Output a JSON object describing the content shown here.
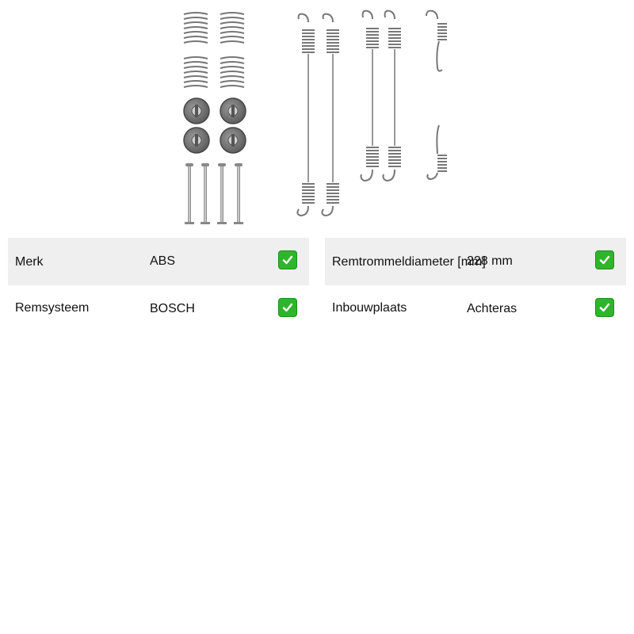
{
  "product": {
    "image_icon": "brake-shoe-accessory-kit-image"
  },
  "specs": {
    "left": [
      {
        "label": "Merk",
        "value": "ABS",
        "status_icon": "check-icon"
      },
      {
        "label": "Remsysteem",
        "value": "BOSCH",
        "status_icon": "check-icon"
      }
    ],
    "right": [
      {
        "label": "Remtrommeldiameter [mm]",
        "value": "228 mm",
        "status_icon": "check-icon"
      },
      {
        "label": "Inbouwplaats",
        "value": "Achteras",
        "status_icon": "check-icon"
      }
    ]
  },
  "colors": {
    "row_shade": "#efefef",
    "check_green": "#2fb52c",
    "text": "#111111"
  }
}
